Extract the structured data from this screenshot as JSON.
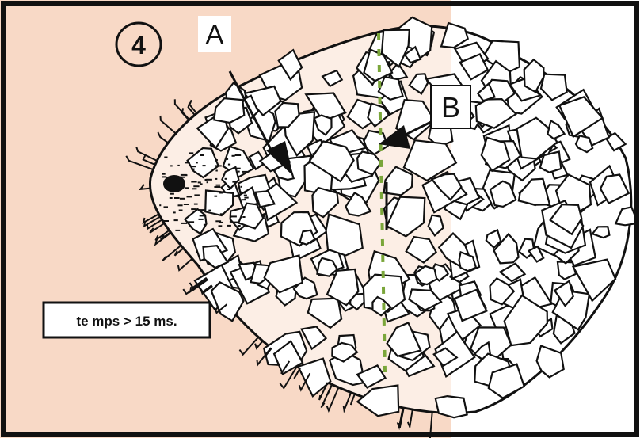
{
  "figure": {
    "panel_number": "4",
    "label_a": "A",
    "label_b": "B",
    "time_caption": "te mps > 15 ms."
  },
  "colors": {
    "background_left": "#f8d9c6",
    "background_right": "#ffffff",
    "ink": "#111111",
    "dashed_line": "#7aa63a"
  }
}
